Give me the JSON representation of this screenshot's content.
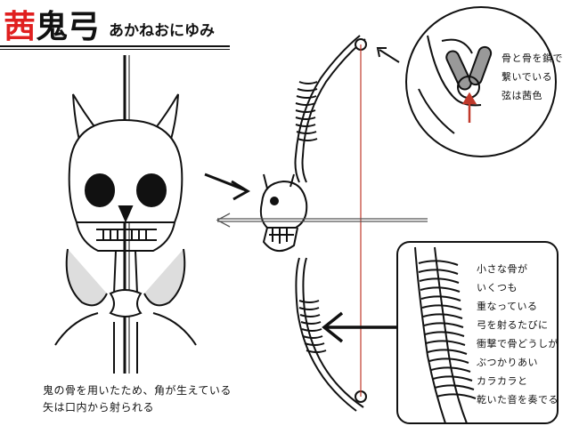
{
  "title": {
    "accent": "茜",
    "main": "鬼弓",
    "reading": "あかねおにゆみ",
    "accent_color": "#e02020"
  },
  "captions": {
    "left": [
      "鬼の骨を用いたため、角が生えている",
      "矢は口内から射られる"
    ],
    "inset_top": [
      "骨と骨を鎖で",
      "繋いでいる",
      "弦は茜色"
    ],
    "inset_bottom": [
      "小さな骨が",
      "いくつも",
      "重なっている",
      "弓を射るたびに",
      "衝撃で骨どうしが",
      "ぶつかりあい",
      "カラカラと",
      "乾いた音を奏でる"
    ]
  },
  "colors": {
    "string": "#c0392b",
    "ink": "#111111"
  }
}
